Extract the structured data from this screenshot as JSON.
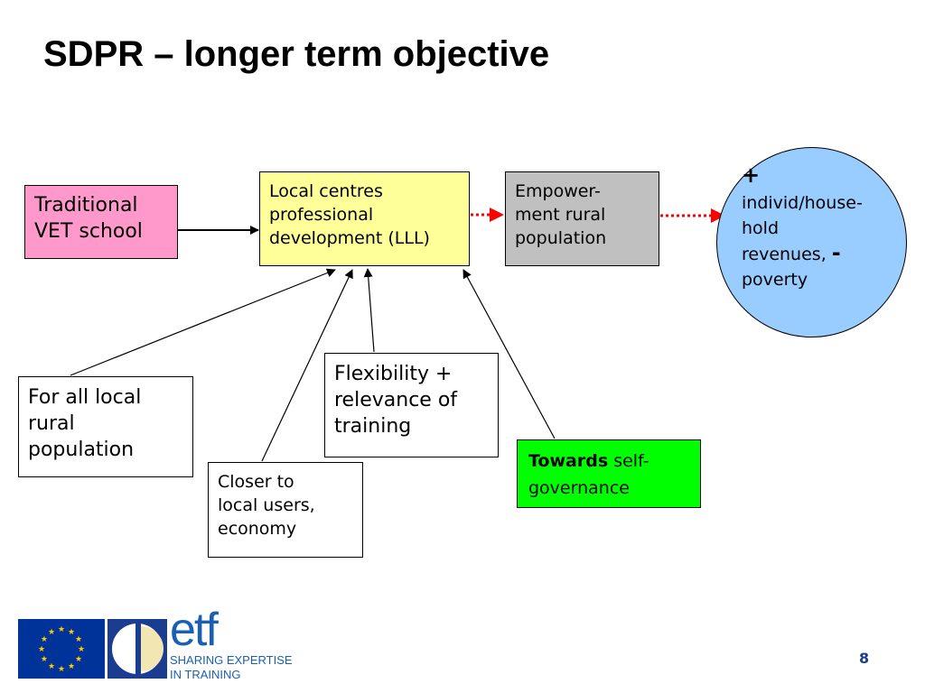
{
  "title": "SDPR – longer term objective",
  "nodes": {
    "traditional": {
      "lines": [
        "Traditional",
        "VET school"
      ],
      "color": "#ff99cc"
    },
    "local_centres": {
      "lines": [
        "Local centres",
        "professional",
        "development (LLL)"
      ],
      "color": "#ffff99"
    },
    "empowerment": {
      "lines": [
        "Empower-",
        "ment rural",
        "population"
      ],
      "color": "#c0c0c0"
    },
    "outcome": {
      "plus": "+",
      "line1": "individ/house-",
      "line2": "hold",
      "line3": "revenues,",
      "minus": "-",
      "line4": "poverty",
      "color": "#99ccff"
    },
    "for_all": {
      "lines": [
        "For all local",
        "rural",
        "population"
      ]
    },
    "flexibility": {
      "lines": [
        "Flexibility +",
        "relevance of",
        "training"
      ]
    },
    "closer": {
      "lines": [
        "Closer to",
        "local users,",
        "economy"
      ]
    },
    "towards": {
      "bold": "Towards",
      "rest1": " self-",
      "rest2": "governance",
      "color": "#00ff00"
    }
  },
  "footer": {
    "brand": "etf",
    "tagline": [
      "SHARING EXPERTISE",
      "IN TRAINING"
    ],
    "page_number": "8"
  },
  "colors": {
    "dotted_arrow": "#ff0000",
    "brand": "#1a5fb4"
  }
}
